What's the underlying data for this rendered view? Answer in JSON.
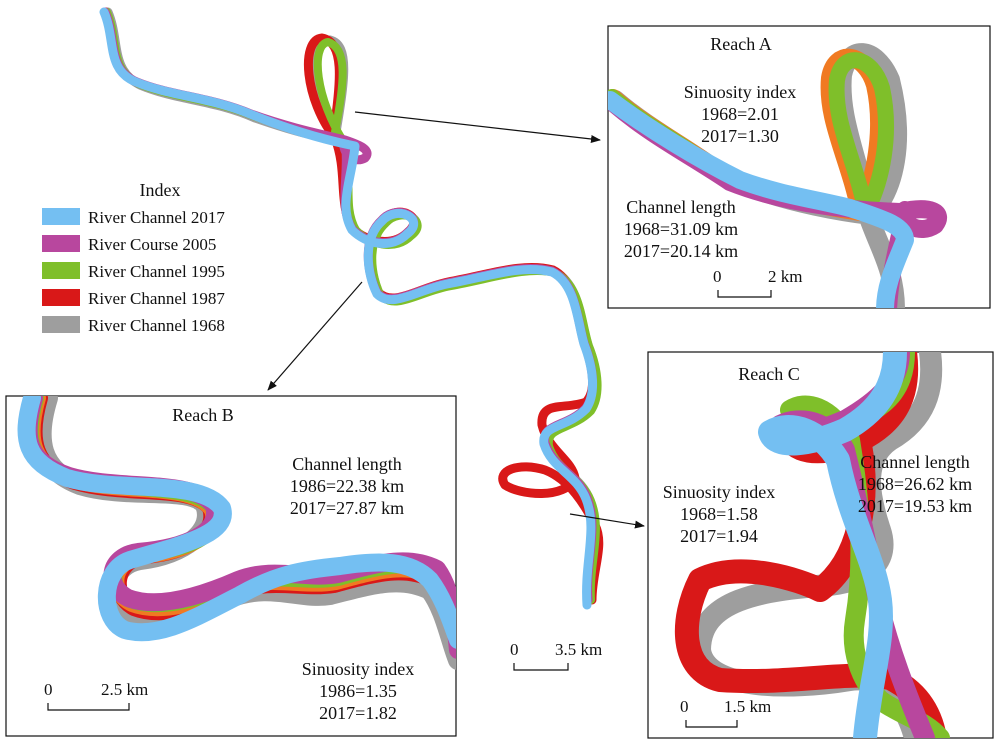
{
  "colors": {
    "c2017": "#74bff2",
    "c2005": "#b8479e",
    "c1995": "#7fbf2a",
    "c1987": "#d91818",
    "c1968": "#9e9e9e",
    "orange": "#f07a22"
  },
  "legend": {
    "title": "Index",
    "items": [
      {
        "label": "River Channel 2017",
        "color": "#74bff2"
      },
      {
        "label": "River Course 2005",
        "color": "#b8479e"
      },
      {
        "label": "River Channel 1995",
        "color": "#7fbf2a"
      },
      {
        "label": "River Channel 1987",
        "color": "#d91818"
      },
      {
        "label": "River Channel 1968",
        "color": "#9e9e9e"
      }
    ]
  },
  "main_scale": {
    "zero": "0",
    "value": "3.5 km"
  },
  "reach_a": {
    "title": "Reach A",
    "sinuosity_title": "Sinuosity index",
    "sinuosity_1": "1968=2.01",
    "sinuosity_2": "2017=1.30",
    "length_title": "Channel length",
    "length_1": "1968=31.09 km",
    "length_2": "2017=20.14 km",
    "scale_zero": "0",
    "scale_value": "2 km"
  },
  "reach_b": {
    "title": "Reach B",
    "length_title": "Channel length",
    "length_1": "1986=22.38 km",
    "length_2": "2017=27.87 km",
    "sinuosity_title": "Sinuosity index",
    "sinuosity_1": "1986=1.35",
    "sinuosity_2": "2017=1.82",
    "scale_zero": "0",
    "scale_value": "2.5 km"
  },
  "reach_c": {
    "title": "Reach C",
    "sinuosity_title": "Sinuosity index",
    "sinuosity_1": "1968=1.58",
    "sinuosity_2": "2017=1.94",
    "length_title": "Channel length",
    "length_1": "1968=26.62 km",
    "length_2": "2017=19.53 km",
    "scale_zero": "0",
    "scale_value": "1.5 km"
  }
}
